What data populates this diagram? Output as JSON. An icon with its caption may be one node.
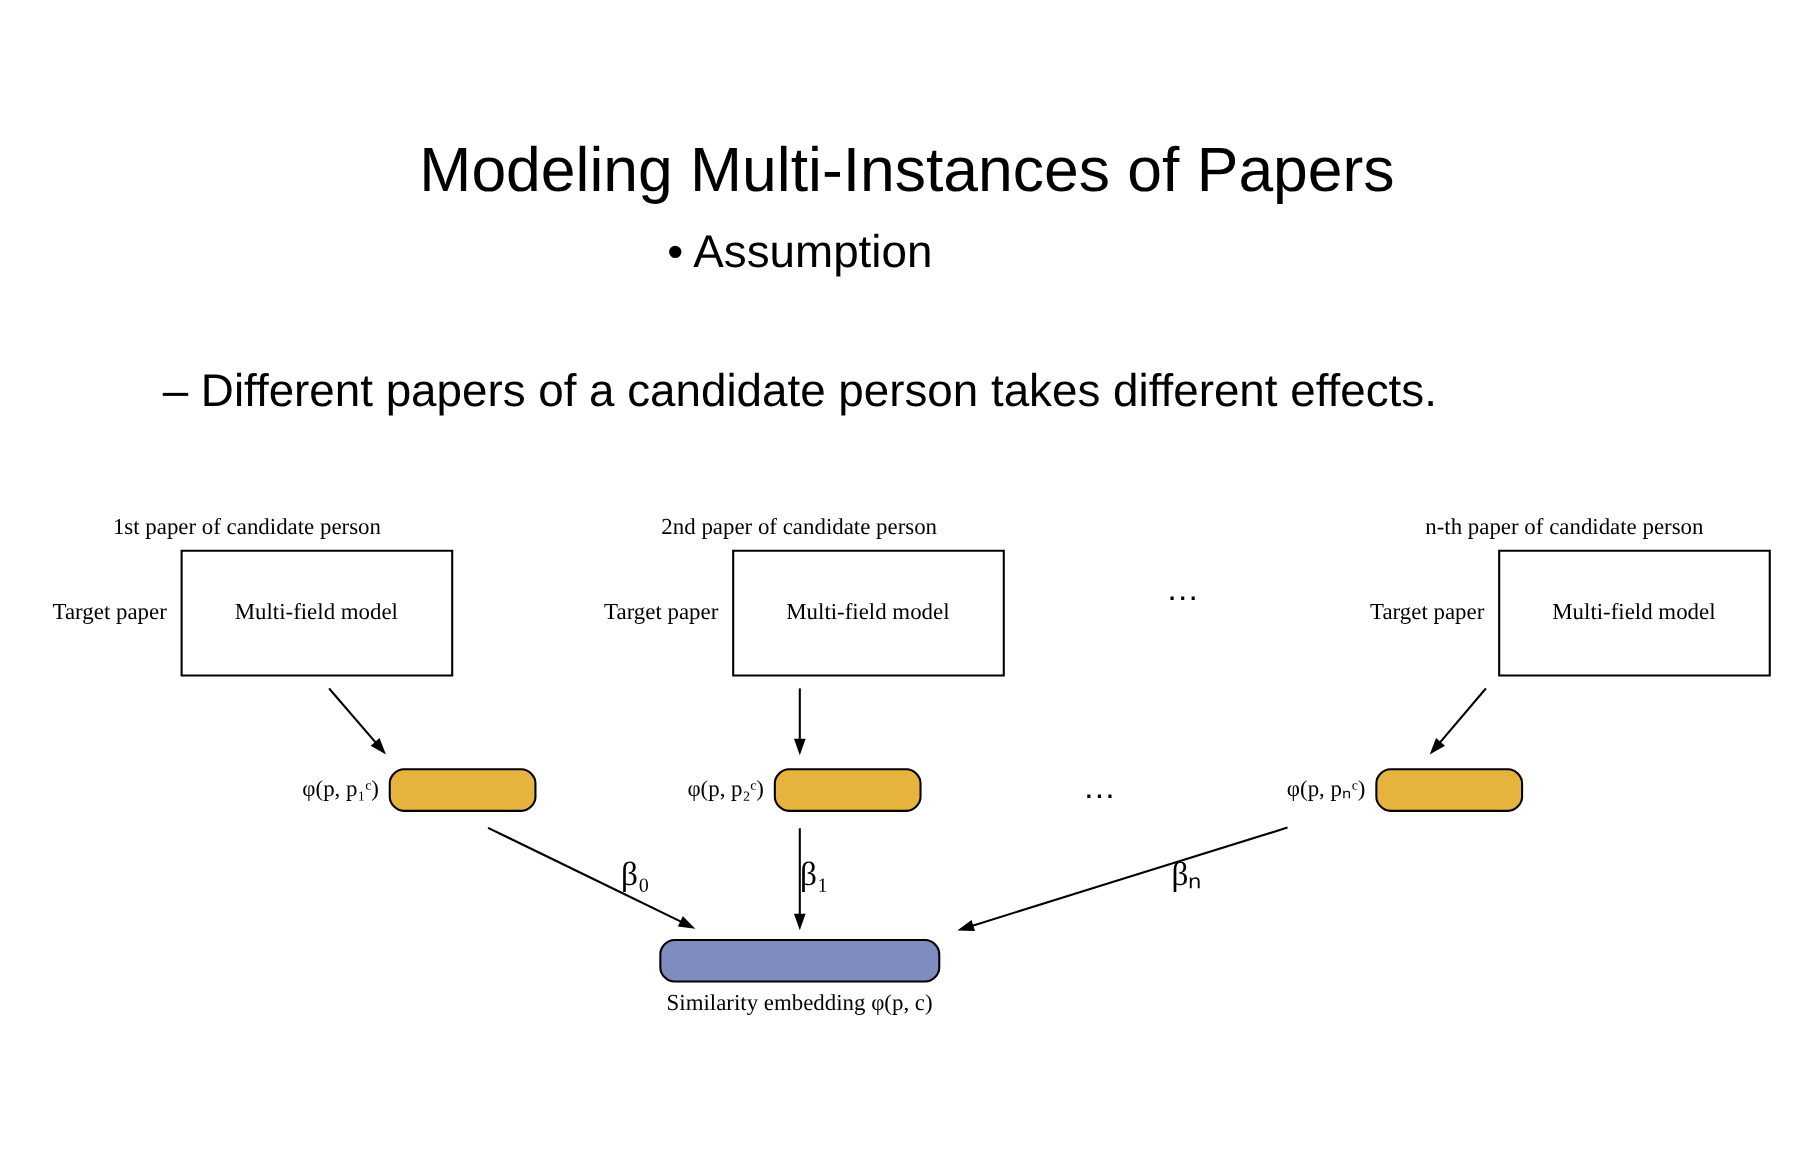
{
  "diagram": {
    "title": "Modeling Multi-Instances of Papers",
    "nodes": [
      {
        "text": [
          "Multi-field model"
        ],
        "beside": [
          "1st paper of candidate person",
          "Target paper"
        ]
      },
      {
        "text": [
          "Multi-field model"
        ],
        "beside": [
          "2nd paper of candidate person",
          "Target paper"
        ]
      },
      {
        "text": [
          "Multi-field model"
        ],
        "beside": [
          "n-th paper of candidate person",
          "Target paper"
        ]
      },
      {
        "text": [],
        "shape": "bar",
        "beside": [
          "φ(p, p₁ᶜ)"
        ]
      },
      {
        "text": [],
        "shape": "bar",
        "beside": [
          "φ(p, p₂ᶜ)"
        ]
      },
      {
        "text": [],
        "shape": "bar",
        "beside": [
          "φ(p, pₙᶜ)"
        ]
      },
      {
        "text": [],
        "shape": "bar",
        "beside": [
          "Similarity embedding φ(p, c)"
        ]
      }
    ],
    "edges": [
      {
        "from": 0,
        "to": 3,
        "arrow": "to"
      },
      {
        "from": 1,
        "to": 4,
        "arrow": "to"
      },
      {
        "from": 2,
        "to": 5,
        "arrow": "to"
      },
      {
        "from": 3,
        "to": 6,
        "arrow": "to",
        "label": "β₀"
      },
      {
        "from": 4,
        "to": 6,
        "arrow": "to",
        "label": "β₁"
      },
      {
        "from": 5,
        "to": 6,
        "arrow": "to",
        "label": "βₙ"
      }
    ],
    "labels": [
      "• Assumption",
      "– Different papers of a candidate person takes different effects.",
      "…",
      "…"
    ]
  }
}
